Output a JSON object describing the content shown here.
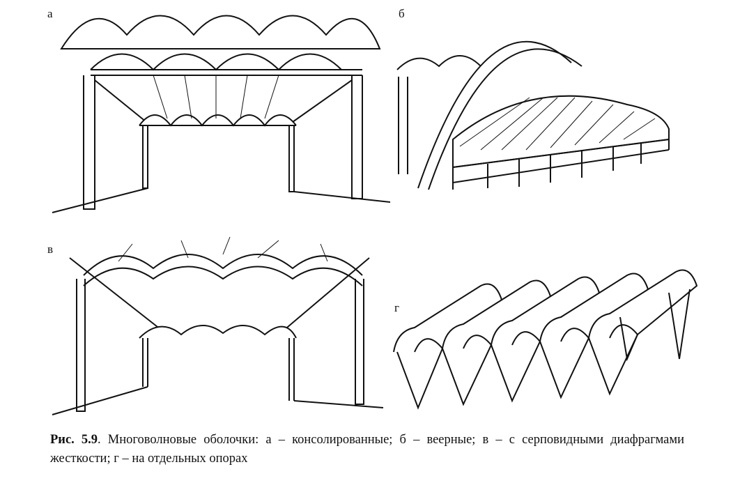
{
  "figure": {
    "panels": [
      {
        "label": "а"
      },
      {
        "label": "б"
      },
      {
        "label": "в"
      },
      {
        "label": "г"
      }
    ],
    "caption": {
      "number": "Рис. 5.9",
      "text": ". Многоволновые оболочки: а – консолированные; б – веерные; в – с серповидными диафрагмами жесткости; г – на отдельных опорах"
    }
  }
}
